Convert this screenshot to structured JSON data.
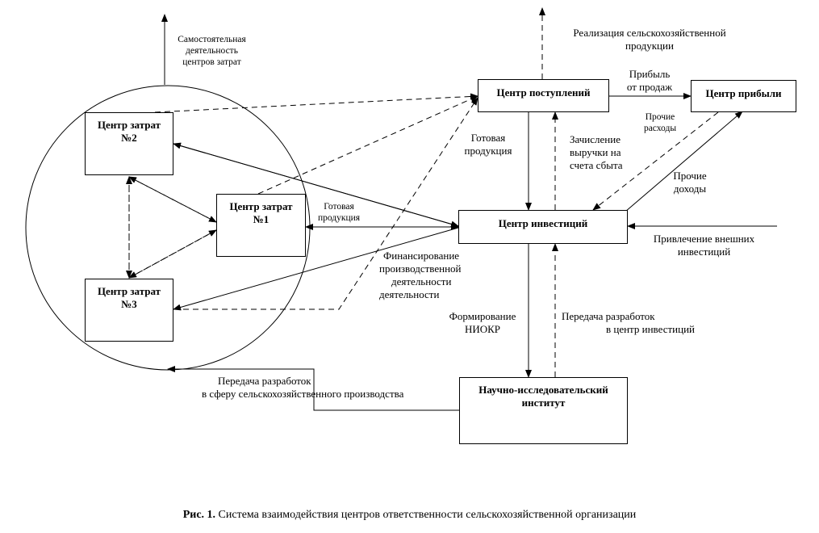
{
  "boxes": {
    "cost_center_2": [
      "Центр затрат",
      "№2"
    ],
    "cost_center_1": [
      "Центр затрат",
      "№1"
    ],
    "cost_center_3": [
      "Центр затрат",
      "№3"
    ],
    "revenue_center": "Центр поступлений",
    "profit_center": "Центр прибыли",
    "investment_center": "Центр инвестиций",
    "research_institute": [
      "Научно-исследовательский",
      "институт"
    ]
  },
  "labels": {
    "independent_activity": [
      "Самостоятельная",
      "деятельность",
      "центров затрат"
    ],
    "sales_of_agri_products": [
      "Реализация сельскохозяйственной",
      "продукции"
    ],
    "profit_from_sales": [
      "Прибыль",
      "от продаж"
    ],
    "other_expenses": [
      "Прочие",
      "расходы"
    ],
    "finished_products_upper": [
      "Готовая",
      "продукция"
    ],
    "revenue_transfer": [
      "Зачисление",
      "выручки на",
      "счета сбыта"
    ],
    "other_income": [
      "Прочие",
      "доходы"
    ],
    "finished_products_lower": [
      "Готовая",
      "продукция"
    ],
    "attracting_external_investment": [
      "Привлечение внешних",
      "инвестиций"
    ],
    "production_financing": [
      "Финансирование",
      "производственной",
      "деятельности",
      "деятельности"
    ],
    "rnd_formation": [
      "Формирование",
      "НИОКР"
    ],
    "developments_to_investment_center": [
      "Передача разработок",
      "в центр инвестиций"
    ],
    "developments_to_agri_production": [
      "Передача разработок",
      "в сферу сельскохозяйственного производства"
    ]
  },
  "caption": {
    "prefix": "Рис. 1.",
    "text": " Система взаимодействия центров ответственности сельскохозяйственной организации"
  }
}
